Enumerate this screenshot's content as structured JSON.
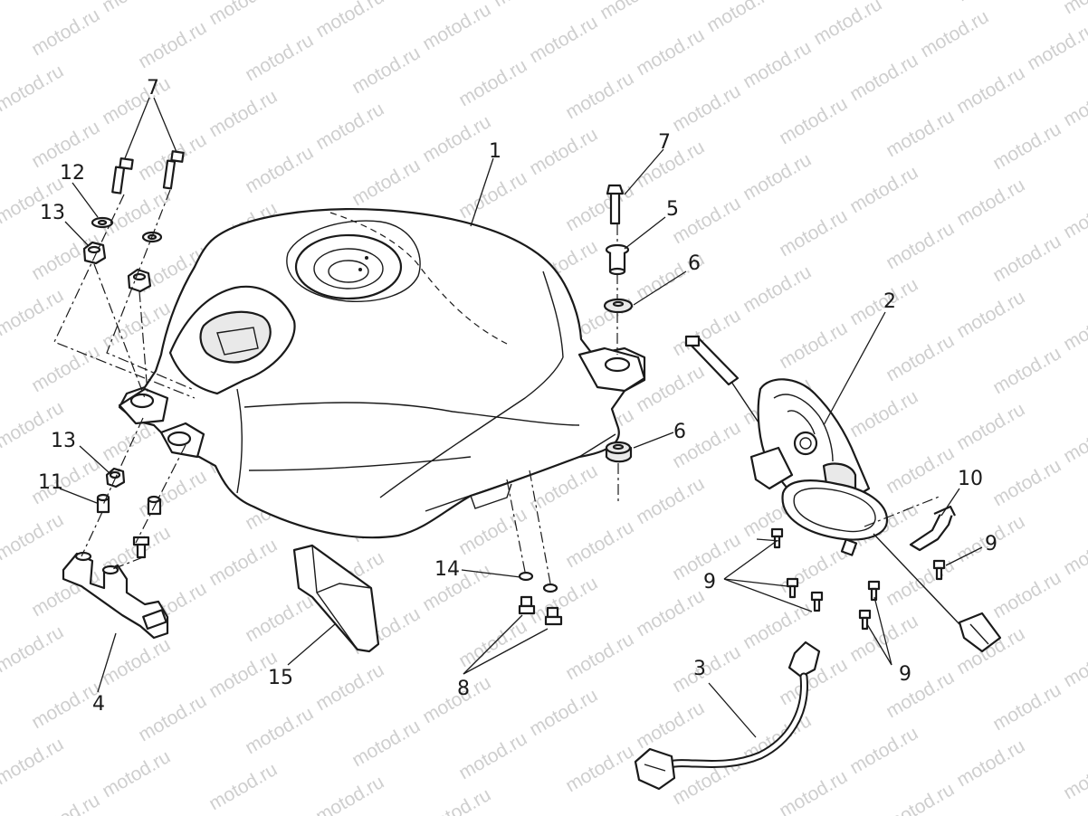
{
  "watermark": "motod.ru",
  "callouts": [
    {
      "id": "c1",
      "text": "1"
    },
    {
      "id": "c2",
      "text": "2"
    },
    {
      "id": "c3",
      "text": "3"
    },
    {
      "id": "c4",
      "text": "4"
    },
    {
      "id": "c5",
      "text": "5"
    },
    {
      "id": "c6a",
      "text": "6"
    },
    {
      "id": "c6b",
      "text": "6"
    },
    {
      "id": "c7a",
      "text": "7"
    },
    {
      "id": "c7b",
      "text": "7"
    },
    {
      "id": "c8",
      "text": "8"
    },
    {
      "id": "c9a",
      "text": "9"
    },
    {
      "id": "c9b",
      "text": "9"
    },
    {
      "id": "c9c",
      "text": "9"
    },
    {
      "id": "c10",
      "text": "10"
    },
    {
      "id": "c11",
      "text": "11"
    },
    {
      "id": "c12",
      "text": "12"
    },
    {
      "id": "c13a",
      "text": "13"
    },
    {
      "id": "c13b",
      "text": "13"
    },
    {
      "id": "c14",
      "text": "14"
    },
    {
      "id": "c15",
      "text": "15"
    }
  ]
}
